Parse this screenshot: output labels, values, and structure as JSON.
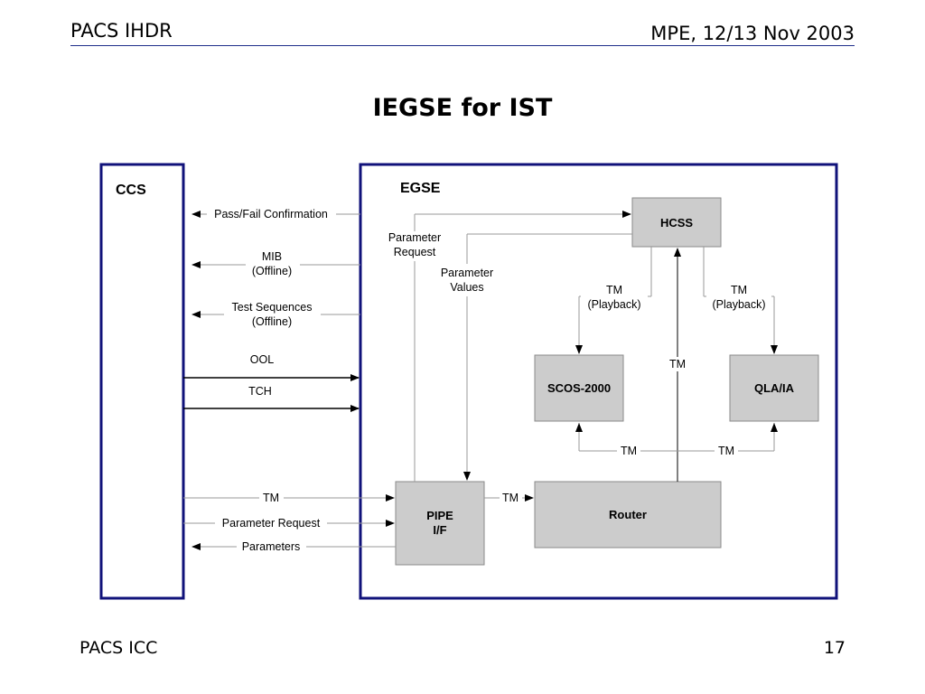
{
  "header": {
    "left": "PACS IHDR",
    "right": "MPE, 12/13 Nov 2003"
  },
  "title": "IEGSE for IST",
  "footer": {
    "left": "PACS ICC",
    "page": "17"
  },
  "diagram": {
    "ccs_label": "CCS",
    "egse_label": "EGSE",
    "boxes": {
      "hcss": "HCSS",
      "scos": "SCOS-2000",
      "qla": "QLA/IA",
      "pipe_line1": "PIPE",
      "pipe_line2": "I/F",
      "router": "Router"
    },
    "labels": {
      "pass_fail": "Pass/Fail Confirmation",
      "mib_1": "MIB",
      "mib_2": "(Offline)",
      "test_seq_1": "Test Sequences",
      "test_seq_2": "(Offline)",
      "ool": "OOL",
      "tch": "TCH",
      "param_request_1": "Parameter",
      "param_request_2": "Request",
      "param_values_1": "Parameter",
      "param_values_2": "Values",
      "tm_playback_left_1": "TM",
      "tm_playback_left_2": "(Playback)",
      "tm_playback_right_1": "TM",
      "tm_playback_right_2": "(Playback)",
      "tm_vertical": "TM",
      "tm_bottom_left": "TM",
      "tm_bottom_right": "TM",
      "tm_pipe_router": "TM",
      "tm_ccs": "TM",
      "param_request_ccs": "Parameter Request",
      "parameters_ccs": "Parameters"
    },
    "colors": {
      "frame": "#10127a",
      "box_fill": "#cccccc",
      "box_stroke": "#8a8a8a",
      "thin_line": "#9a9a9a",
      "header_rule": "#1f2e8a"
    }
  }
}
